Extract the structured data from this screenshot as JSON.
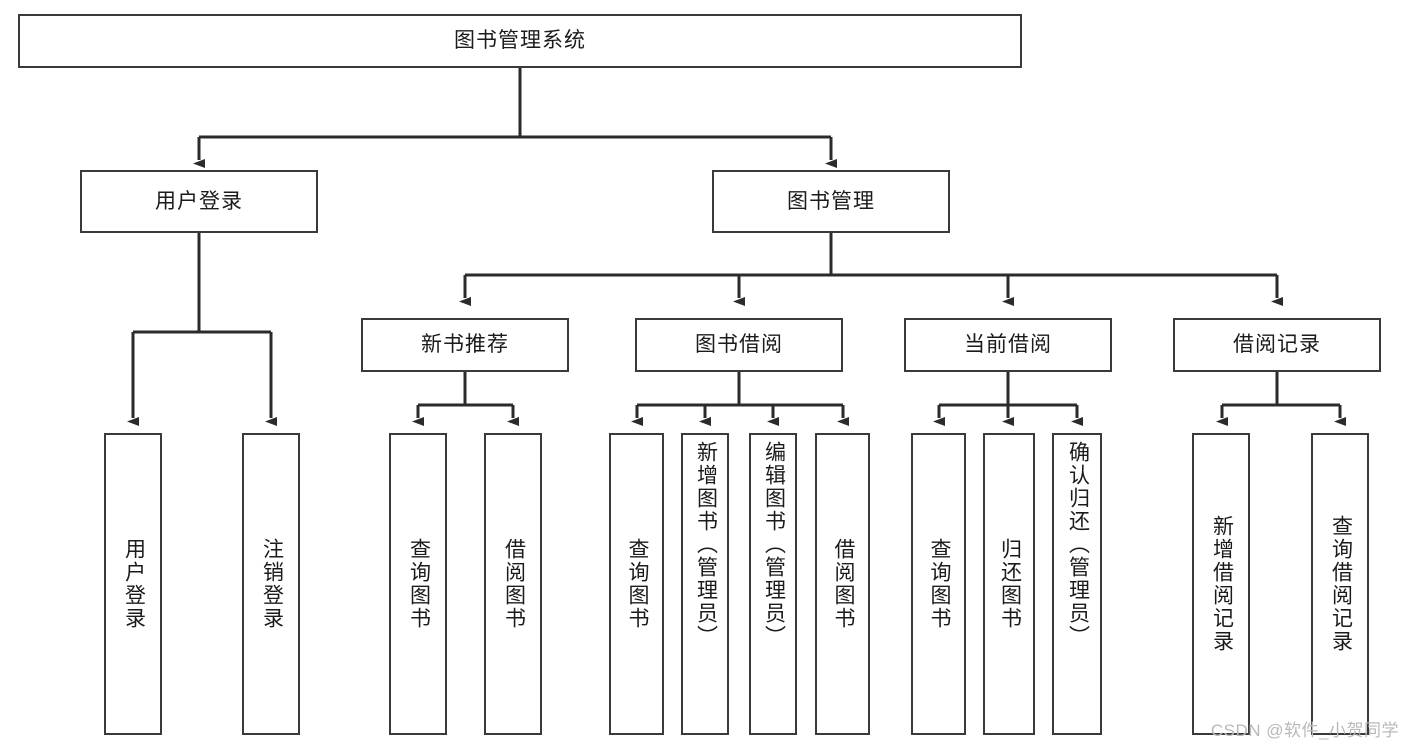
{
  "diagram": {
    "title": "图书管理系统",
    "type": "tree-hierarchy-diagram",
    "watermark": "CSDN @软件_小贺同学",
    "colors": {
      "background": "#ffffff",
      "box_border": "#3a3a3a",
      "box_fill": "#ffffff",
      "text": "#1b1b1b",
      "connector": "#2b2b2b",
      "watermark": "#b9b9b9"
    },
    "nodes": {
      "root": {
        "label": "图书管理系统"
      },
      "level2": [
        {
          "label": "用户登录"
        },
        {
          "label": "图书管理"
        }
      ],
      "level3": [
        {
          "label": "新书推荐"
        },
        {
          "label": "图书借阅"
        },
        {
          "label": "当前借阅"
        },
        {
          "label": "借阅记录"
        }
      ],
      "leaves": {
        "user_login": [
          {
            "label": "用户登录"
          },
          {
            "label": "注销登录"
          }
        ],
        "new_book": [
          {
            "label": "查询图书"
          },
          {
            "label": "借阅图书"
          }
        ],
        "book_borrow": [
          {
            "label": "查询图书"
          },
          {
            "label": "新增图书（管理员）"
          },
          {
            "label": "编辑图书（管理员）"
          },
          {
            "label": "借阅图书"
          }
        ],
        "current_borrow": [
          {
            "label": "查询图书"
          },
          {
            "label": "归还图书"
          },
          {
            "label": "确认归还（管理员）"
          }
        ],
        "borrow_record": [
          {
            "label": "新增借阅记录"
          },
          {
            "label": "查询借阅记录"
          }
        ]
      }
    }
  }
}
